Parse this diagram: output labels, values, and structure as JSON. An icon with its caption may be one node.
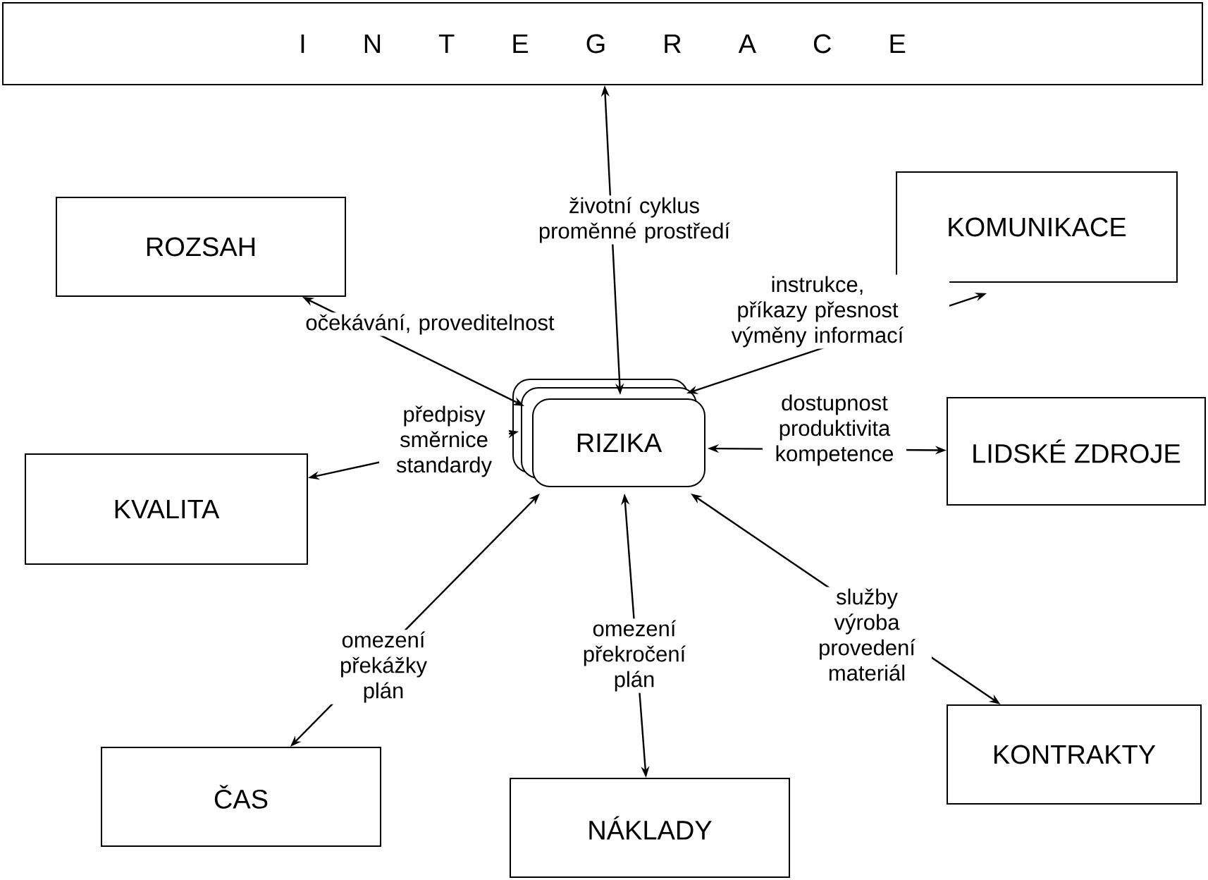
{
  "diagram": {
    "nodes": [
      {
        "text": [
          "I N T E G R A C E"
        ]
      },
      {
        "text": [
          "ROZSAH"
        ]
      },
      {
        "text": [
          "KOMUNIKACE"
        ]
      },
      {
        "text": [
          "RIZIKA"
        ]
      },
      {
        "text": [
          "KVALITA"
        ]
      },
      {
        "text": [
          "LIDSKÉ ZDROJE"
        ]
      },
      {
        "text": [
          "ČAS"
        ]
      },
      {
        "text": [
          "NÁKLADY"
        ]
      },
      {
        "text": [
          "KONTRAKTY"
        ]
      }
    ],
    "edges": [
      {
        "from": 3,
        "to": 0,
        "arrow": "both",
        "label": "životní cyklus proměnné prostředí"
      },
      {
        "from": 3,
        "to": 1,
        "arrow": "both",
        "label": "očekávání, proveditelnost"
      },
      {
        "from": 3,
        "to": 2,
        "arrow": "both",
        "label": "instrukce, příkazy přesnost výměny informací"
      },
      {
        "from": 3,
        "to": 4,
        "arrow": "both",
        "label": "předpisy směrnice standardy"
      },
      {
        "from": 3,
        "to": 5,
        "arrow": "both",
        "label": "dostupnost produktivita kompetence"
      },
      {
        "from": 3,
        "to": 6,
        "arrow": "both",
        "label": "omezení překážky plán"
      },
      {
        "from": 3,
        "to": 7,
        "arrow": "both",
        "label": "omezení překročení plán"
      },
      {
        "from": 3,
        "to": 8,
        "arrow": "both",
        "label": "služby výroba provedení materiál"
      }
    ]
  }
}
